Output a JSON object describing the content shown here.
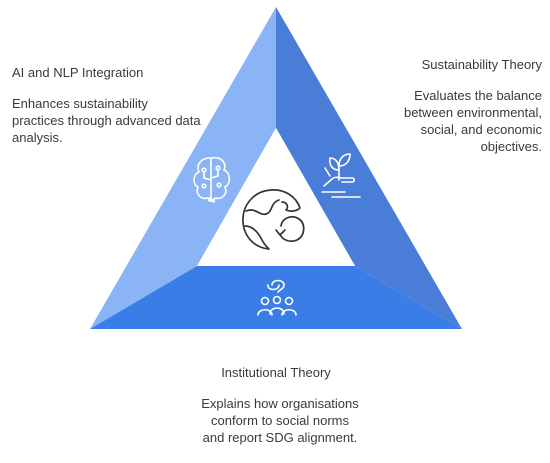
{
  "theme": {
    "left_color": "#8ab4f5",
    "right_color": "#4a7dd8",
    "bottom_color": "#3b7de6",
    "center_color": "#ffffff",
    "icon_stroke": "#ffffff",
    "center_icon_stroke": "#333333"
  },
  "icons": {
    "left": "brain-circuit-icon",
    "right": "plant-hand-icon",
    "bottom": "people-group-icon",
    "center": "globe-cycle-icon"
  },
  "blocks": {
    "ai_nlp": {
      "title": "AI and NLP Integration",
      "description": "Enhances sustainability practices through advanced data analysis."
    },
    "sustainability": {
      "title": "Sustainability Theory",
      "description": "Evaluates the balance between environmental, social, and economic objectives."
    },
    "institutional": {
      "title": "Institutional Theory",
      "description": "Explains how organisations conform to social norms and report SDG alignment."
    }
  }
}
